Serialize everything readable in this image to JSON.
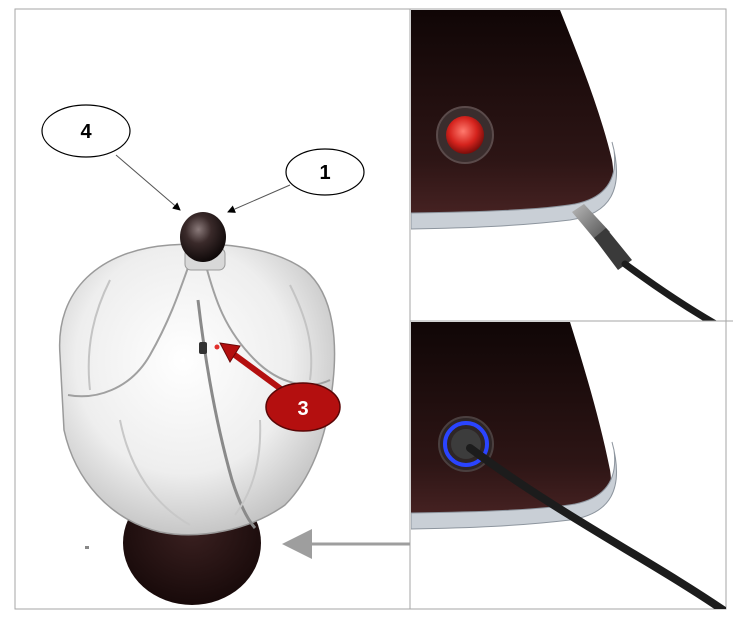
{
  "callouts": {
    "c1": {
      "label": "1"
    },
    "c3": {
      "label": "3"
    },
    "c4": {
      "label": "4"
    }
  },
  "colors": {
    "background": "#ffffff",
    "panel_border": "#a6a6a6",
    "callout3_fill": "#b40f0f",
    "callout3_text": "#ffffff",
    "callout_outline": "#000000",
    "base_dark": "#2b1414",
    "led_red": "#e2302c",
    "led_blue": "#2a44ff",
    "shell_white": "#f2f2f2"
  },
  "icons": {
    "device": "hat-shaped-white-device-illustration",
    "power_port_unplugged": "red-port-with-cable-illustration",
    "power_port_plugged": "blue-port-plugged-illustration"
  }
}
